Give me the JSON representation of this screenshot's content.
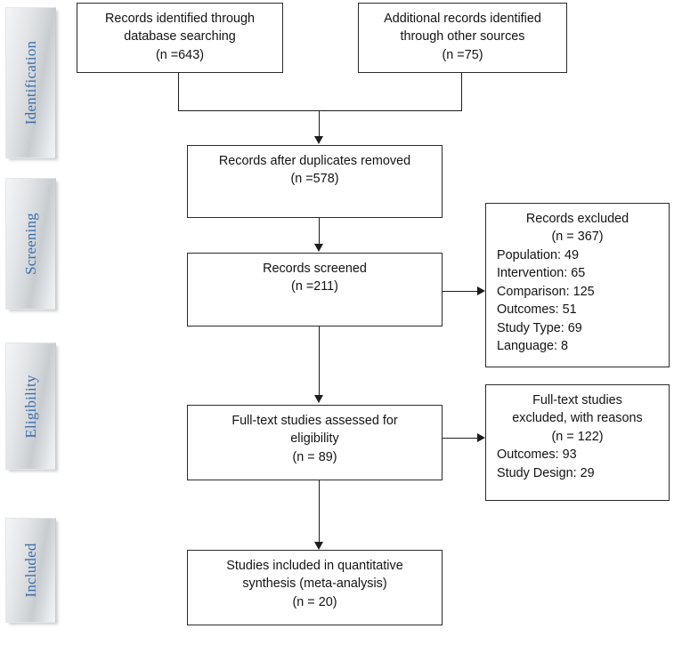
{
  "diagram": {
    "type": "prisma-flow-diagram",
    "accent_color": "#3a6fad",
    "line_color": "#1d1d1d",
    "box_border_color": "#2b2b2b",
    "background": "#ffffff"
  },
  "phases": [
    {
      "label": "Identification"
    },
    {
      "label": "Screening"
    },
    {
      "label": "Eligibility"
    },
    {
      "label": "Included"
    }
  ],
  "boxes": {
    "identified_database": {
      "line1": "Records identified through",
      "line2": "database searching",
      "line3": "(n =643)"
    },
    "identified_other": {
      "line1": "Additional records identified",
      "line2": "through other sources",
      "line3": "(n =75)"
    },
    "duplicates_removed": {
      "line1": "Records after duplicates removed",
      "line2": "(n =578)"
    },
    "records_screened": {
      "line1": "Records screened",
      "line2": "(n =211)"
    },
    "records_excluded": {
      "line1": "Records excluded",
      "line2": "(n = 367)",
      "reasons": [
        "Population: 49",
        "Intervention: 65",
        "Comparison: 125",
        "Outcomes: 51",
        "Study Type: 69",
        "Language: 8"
      ]
    },
    "fulltext_assessed": {
      "line1": "Full-text studies assessed for",
      "line2": "eligibility",
      "line3": "(n = 89)"
    },
    "fulltext_excluded": {
      "line1": "Full-text studies",
      "line2": "excluded, with reasons",
      "line3": "(n = 122)",
      "reasons": [
        "Outcomes: 93",
        "Study Design: 29"
      ]
    },
    "studies_included": {
      "line1": "Studies included in quantitative",
      "line2": "synthesis (meta-analysis)",
      "line3": "(n = 20)"
    }
  },
  "chart_data": {
    "type": "diagram",
    "title": "PRISMA study selection flow",
    "nodes": [
      {
        "id": "identified_database",
        "label": "Records identified through database searching",
        "n": 643
      },
      {
        "id": "identified_other",
        "label": "Additional records identified through other sources",
        "n": 75
      },
      {
        "id": "duplicates_removed",
        "label": "Records after duplicates removed",
        "n": 578
      },
      {
        "id": "records_screened",
        "label": "Records screened",
        "n": 211
      },
      {
        "id": "records_excluded",
        "label": "Records excluded",
        "n": 367,
        "breakdown": {
          "Population": 49,
          "Intervention": 65,
          "Comparison": 125,
          "Outcomes": 51,
          "Study Type": 69,
          "Language": 8
        }
      },
      {
        "id": "fulltext_assessed",
        "label": "Full-text studies assessed for eligibility",
        "n": 89
      },
      {
        "id": "fulltext_excluded",
        "label": "Full-text studies excluded, with reasons",
        "n": 122,
        "breakdown": {
          "Outcomes": 93,
          "Study Design": 29
        }
      },
      {
        "id": "studies_included",
        "label": "Studies included in quantitative synthesis (meta-analysis)",
        "n": 20
      }
    ],
    "edges": [
      {
        "from": "identified_database",
        "to": "duplicates_removed"
      },
      {
        "from": "identified_other",
        "to": "duplicates_removed"
      },
      {
        "from": "duplicates_removed",
        "to": "records_screened"
      },
      {
        "from": "records_screened",
        "to": "records_excluded"
      },
      {
        "from": "records_screened",
        "to": "fulltext_assessed"
      },
      {
        "from": "fulltext_assessed",
        "to": "fulltext_excluded"
      },
      {
        "from": "fulltext_assessed",
        "to": "studies_included"
      }
    ]
  }
}
